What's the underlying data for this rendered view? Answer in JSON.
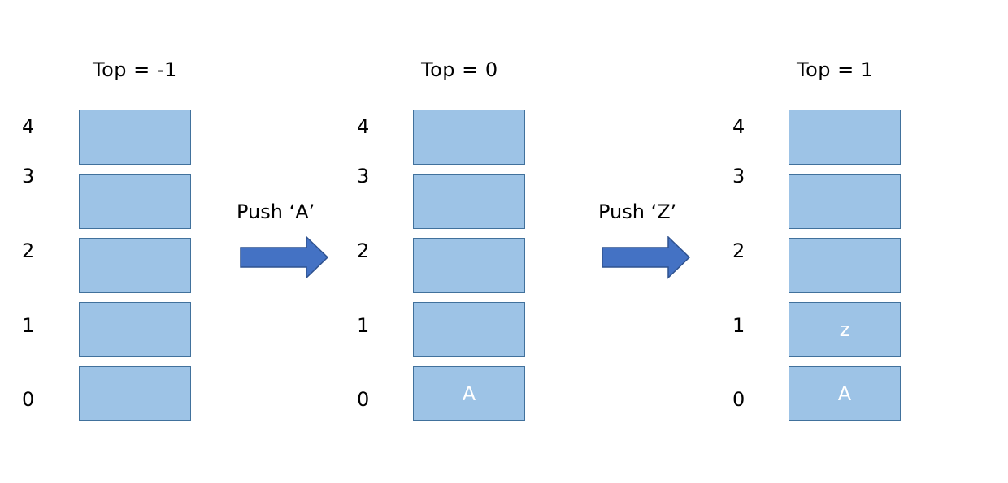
{
  "stacks": [
    {
      "title": "Top = -1",
      "indices": [
        "4",
        "3",
        "2",
        "1",
        "0"
      ],
      "cells": [
        "",
        "",
        "",
        "",
        ""
      ]
    },
    {
      "title": "Top = 0",
      "indices": [
        "4",
        "3",
        "2",
        "1",
        "0"
      ],
      "cells": [
        "",
        "",
        "",
        "",
        "A"
      ]
    },
    {
      "title": "Top = 1",
      "indices": [
        "4",
        "3",
        "2",
        "1",
        "0"
      ],
      "cells": [
        "",
        "",
        "",
        "z",
        "A"
      ]
    }
  ],
  "operations": [
    {
      "label": "Push ‘A’"
    },
    {
      "label": "Push ‘Z’"
    }
  ],
  "colors": {
    "cell_fill": "#9dc3e6",
    "cell_border": "#41719c",
    "arrow_fill": "#4472c4",
    "arrow_border": "#2f528f"
  }
}
